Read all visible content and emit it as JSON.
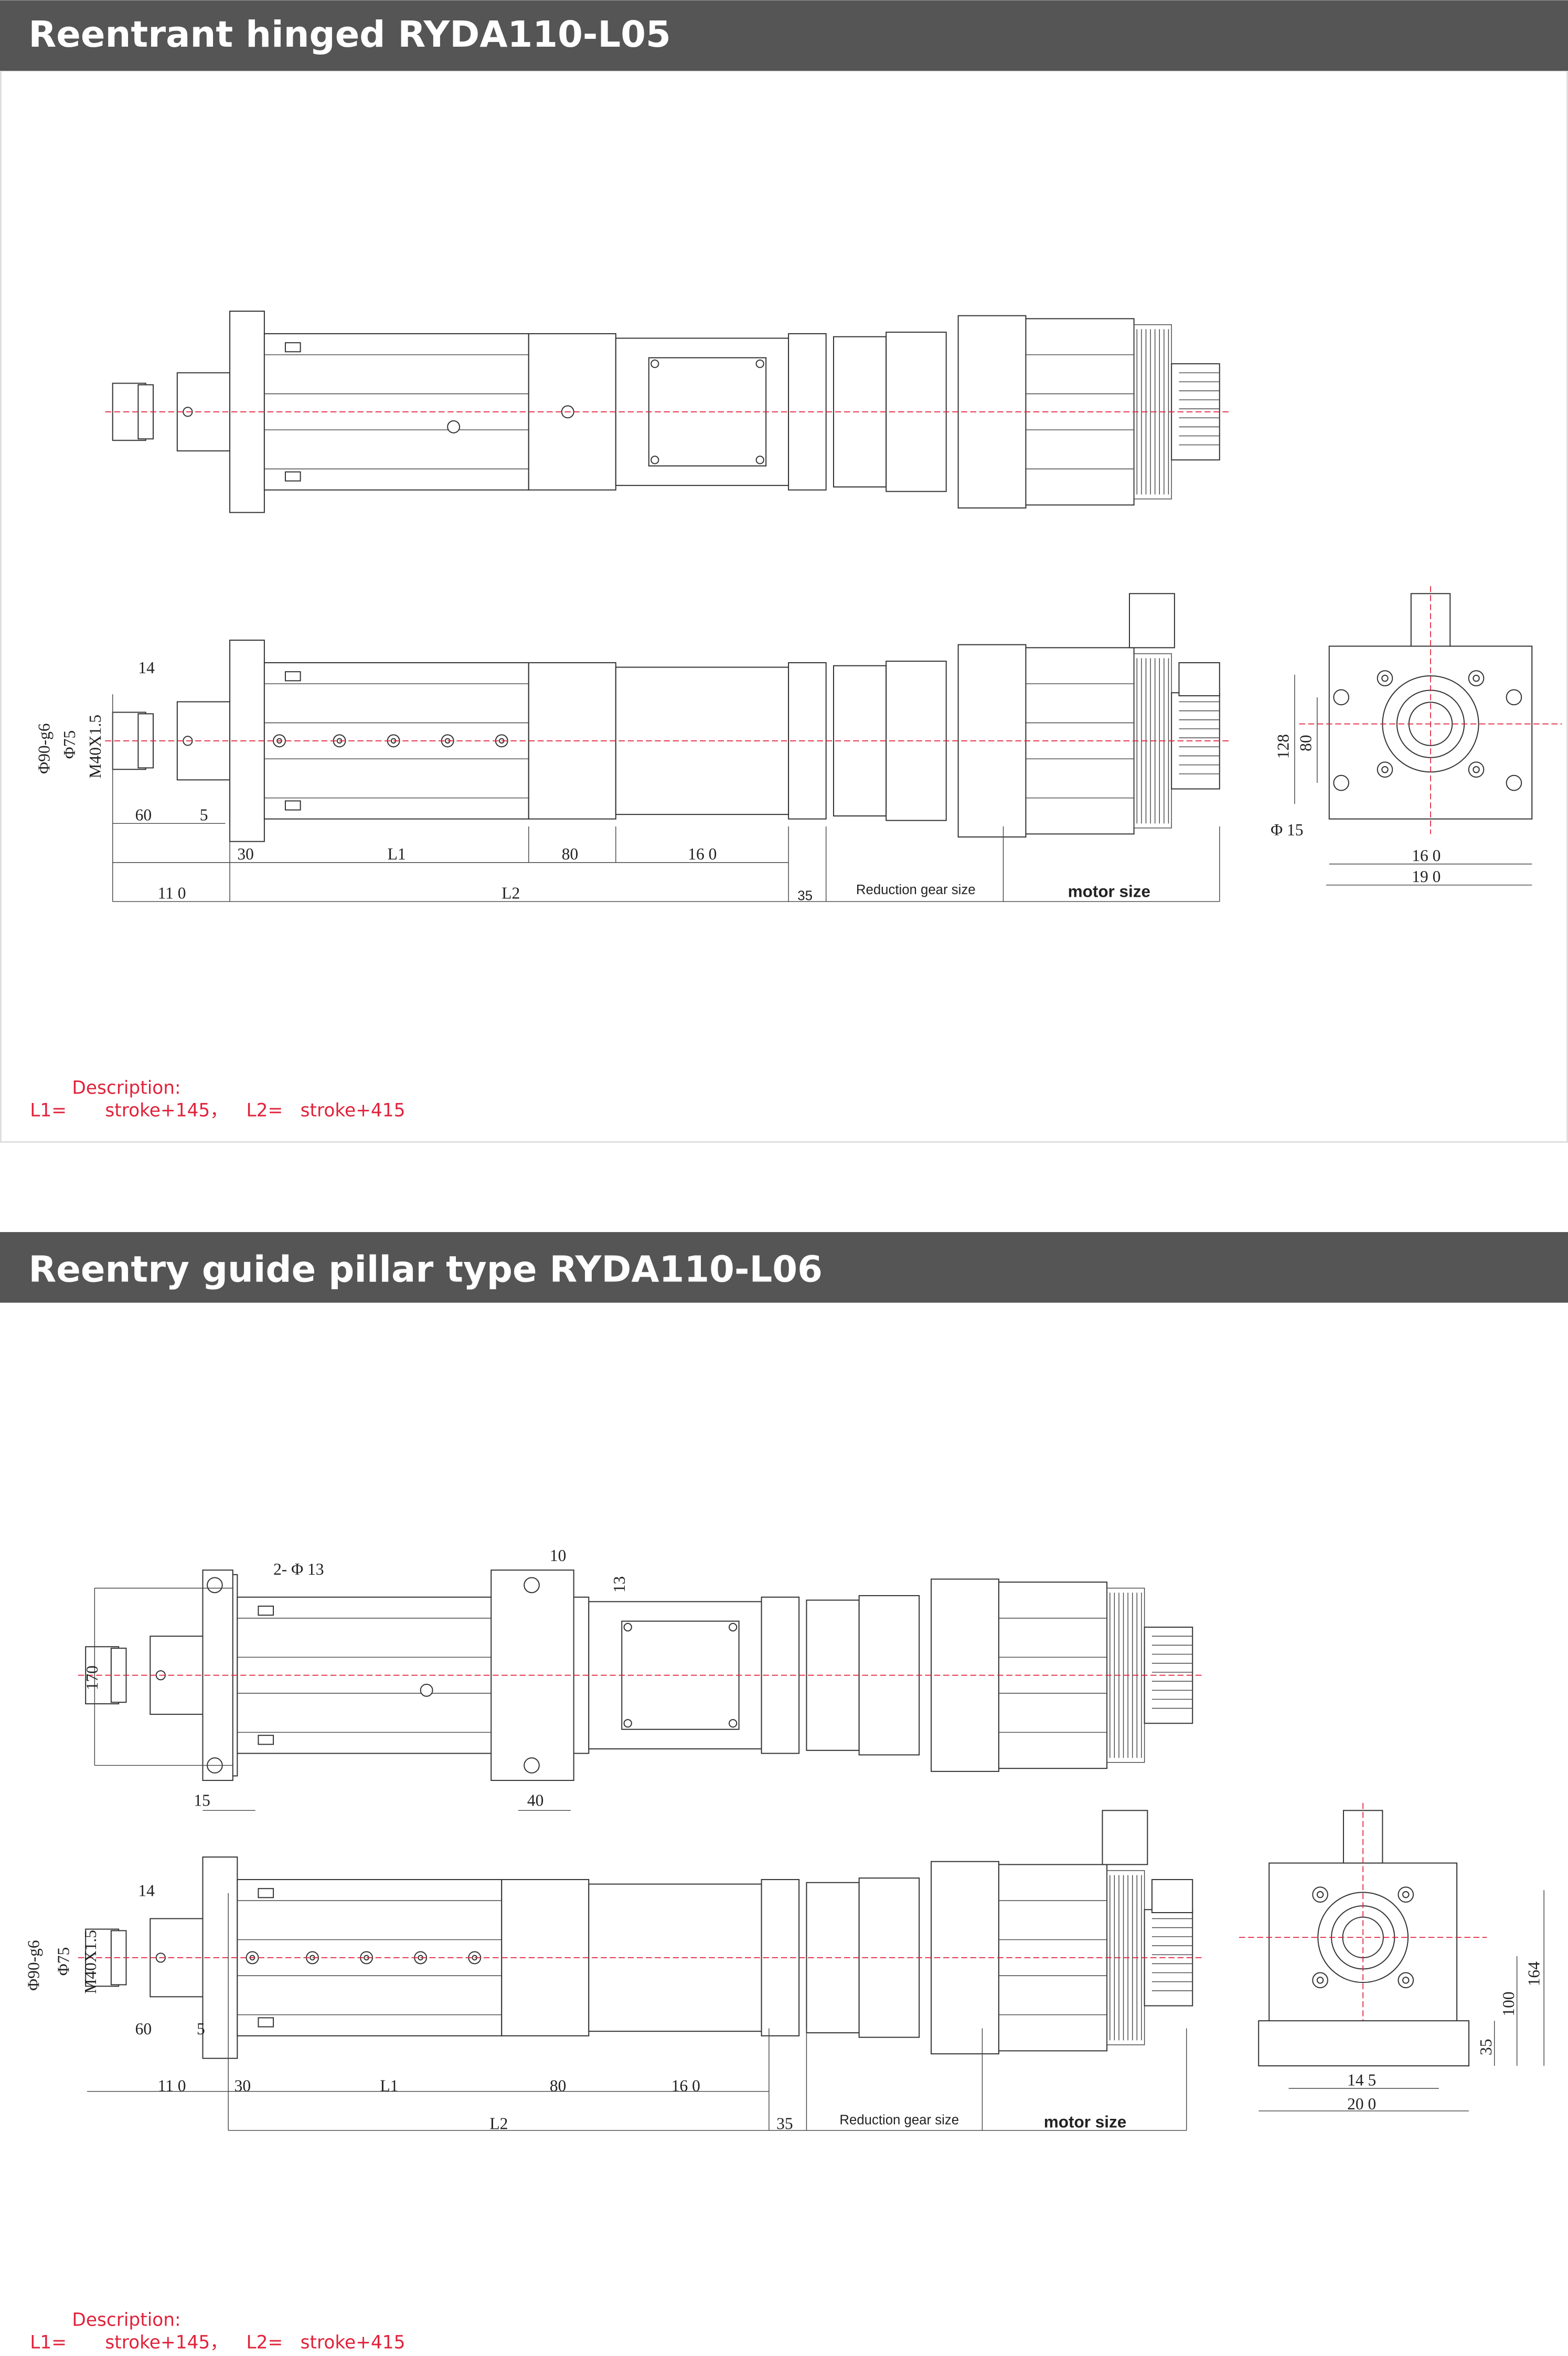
{
  "accent_color": "#e0223a",
  "header_color": "#555555",
  "sections": [
    {
      "title": "Reentrant hinged RYDA110-L05",
      "side_dims": {
        "d14": "14",
        "phi90": "Φ90-g6",
        "phi75": "Φ75",
        "m40": "M40X1.5",
        "d60": "60",
        "d5": "5",
        "d30": "30",
        "l1": "L1",
        "d80": "80",
        "d160": "16 0",
        "d110": "11 0",
        "l2": "L2",
        "d35": "35",
        "gear": "Reduction gear size",
        "motor": "motor size"
      },
      "end_dims": {
        "d128": "128",
        "d80": "80",
        "phi15": "Φ 15",
        "d160": "16 0",
        "d190": "19 0"
      },
      "description": {
        "heading": "Description:",
        "l1_label": "L1=",
        "l1_value": "stroke+145，",
        "l2_label": "L2=",
        "l2_value": "stroke+415"
      }
    },
    {
      "title": "Reentry guide pillar type RYDA110-L06",
      "top_dims": {
        "holes": "2- Φ 13",
        "d10": "10",
        "d13": "13",
        "d170": "170",
        "d15": "15",
        "d40": "40"
      },
      "side_dims": {
        "d14": "14",
        "phi90": "Φ90-g6",
        "phi75": "Φ75",
        "m40": "M40X1.5",
        "d60": "60",
        "d5": "5",
        "d110": "11 0",
        "d30": "30",
        "l1": "L1",
        "d80": "80",
        "d160": "16 0",
        "l2": "L2",
        "d35": "35",
        "gear": "Reduction gear size",
        "motor": "motor size"
      },
      "end_dims": {
        "d164": "164",
        "d100": "100",
        "d35": "35",
        "d145": "14 5",
        "d200": "20 0"
      },
      "description": {
        "heading": "Description:",
        "l1_label": "L1=",
        "l1_value": "stroke+145，",
        "l2_label": "L2=",
        "l2_value": "stroke+415"
      }
    }
  ]
}
